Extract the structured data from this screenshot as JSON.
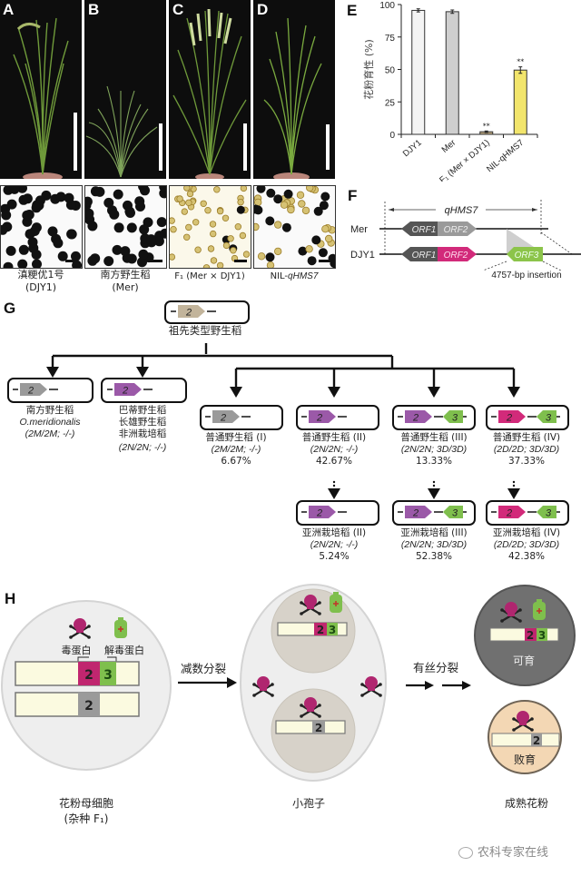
{
  "panels": {
    "A": "A",
    "B": "B",
    "C": "C",
    "D": "D",
    "E": "E",
    "F": "F",
    "G": "G",
    "H": "H"
  },
  "pollen_captions": [
    {
      "line1": "滇粳优1号",
      "line2": "(DJY1)"
    },
    {
      "line1": "南方野生稻",
      "line2": "(Mer)"
    },
    {
      "line1": "F₁ (Mer × DJY1)",
      "line2": ""
    },
    {
      "line1": "NIL-",
      "line1_italic": "qHMS7",
      "line2": ""
    }
  ],
  "chart_data": {
    "type": "bar",
    "title": "",
    "ylabel": "花粉育性 (%)",
    "xlabel": "",
    "ylim": [
      0,
      100
    ],
    "yticks": [
      0,
      25,
      50,
      75,
      100
    ],
    "categories": [
      "DJY1",
      "Mer",
      "F₁ (Mer × DJY1)",
      "NIL-qHMS7"
    ],
    "values": [
      95.5,
      94.5,
      2,
      49.5
    ],
    "errors": [
      1.2,
      1.3,
      0.6,
      2.5
    ],
    "significance": [
      "",
      "",
      "**",
      "**"
    ],
    "colors": [
      "#f4f4f4",
      "#cfcfcf",
      "#b9a57e",
      "#f2e56c"
    ],
    "grid": false
  },
  "panel_f": {
    "region_label": "qHMS7",
    "rows": [
      {
        "label": "Mer",
        "orfs": [
          {
            "name": "ORF1",
            "color": "#555555",
            "dir": "left"
          },
          {
            "name": "ORF2",
            "color": "#9a9a9a",
            "dir": "right"
          }
        ]
      },
      {
        "label": "DJY1",
        "orfs": [
          {
            "name": "ORF1",
            "color": "#555555",
            "dir": "left"
          },
          {
            "name": "ORF2",
            "color": "#d22a7a",
            "dir": "right"
          },
          {
            "name": "ORF3",
            "color": "#8cc44a",
            "dir": "left"
          }
        ]
      }
    ],
    "insertion_label": "4757-bp insertion"
  },
  "panel_g": {
    "ancestor": {
      "label": "祖先类型野生稻",
      "gene2_color": "#c2b49b"
    },
    "level1": [
      {
        "name": "南方野生稻",
        "latin": "O.meridionalis",
        "genotype": "(2M/2M; -/-)",
        "gene2_color": "#9a9a9a",
        "has3": false,
        "lines": [
          "南方野生稻"
        ]
      },
      {
        "lines": [
          "巴蒂野生稻",
          "长雄野生稻",
          "非洲栽培稻"
        ],
        "genotype": "(2N/2N; -/-)",
        "gene2_color": "#9b59a8",
        "has3": false
      }
    ],
    "wild": [
      {
        "label": "普通野生稻 (I)",
        "genotype": "(2M/2M; -/-)",
        "percent": "6.67%",
        "gene2_color": "#9a9a9a",
        "has3": false
      },
      {
        "label": "普通野生稻 (II)",
        "genotype": "(2N/2N; -/-)",
        "percent": "42.67%",
        "gene2_color": "#9b59a8",
        "has3": false
      },
      {
        "label": "普通野生稻 (III)",
        "genotype": "(2N/2N; 3D/3D)",
        "percent": "13.33%",
        "gene2_color": "#9b59a8",
        "has3": true
      },
      {
        "label": "普通野生稻 (IV)",
        "genotype": "(2D/2D; 3D/3D)",
        "percent": "37.33%",
        "gene2_color": "#d22a7a",
        "has3": true
      }
    ],
    "cultivated": [
      {
        "label": "亚洲栽培稻 (II)",
        "genotype": "(2N/2N; -/-)",
        "percent": "5.24%",
        "gene2_color": "#9b59a8",
        "has3": false
      },
      {
        "label": "亚洲栽培稻 (III)",
        "genotype": "(2N/2N; 3D/3D)",
        "percent": "52.38%",
        "gene2_color": "#9b59a8",
        "has3": true
      },
      {
        "label": "亚洲栽培稻 (IV)",
        "genotype": "(2D/2D; 3D/3D)",
        "percent": "42.38%",
        "gene2_color": "#d22a7a",
        "has3": true
      }
    ],
    "gene2": "2",
    "gene3": "3",
    "gene3_color": "#7fbf4d"
  },
  "panel_h": {
    "toxin_label": "毒蛋白",
    "antidote_label": "解毒蛋白",
    "meiosis_label": "减数分裂",
    "mitosis_label": "有丝分裂",
    "fertile_label": "可育",
    "sterile_label": "败育",
    "stage1_line1": "花粉母细胞",
    "stage1_line2": "(杂种 F₁)",
    "stage2": "小孢子",
    "stage3": "成熟花粉",
    "gene2": "2",
    "gene3": "3"
  },
  "watermark": "农科专家在线"
}
